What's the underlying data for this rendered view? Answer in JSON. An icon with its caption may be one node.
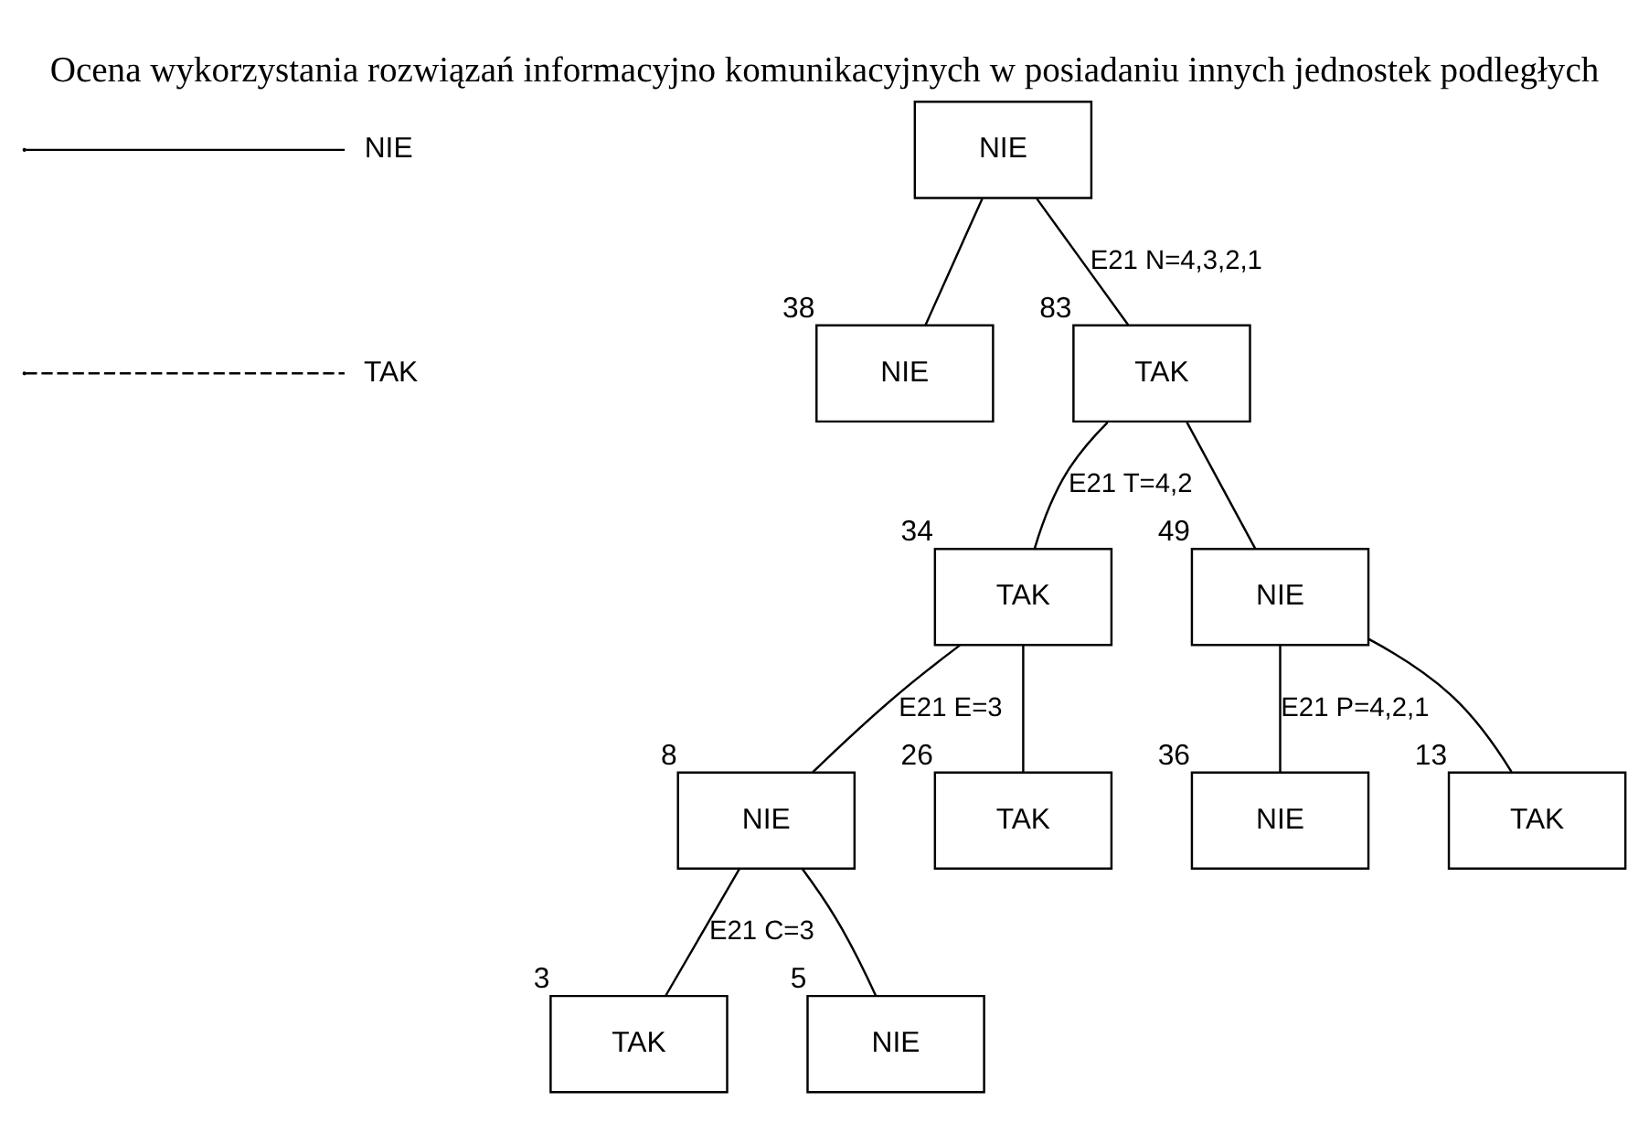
{
  "diagram": {
    "title": "Ocena wykorzystania rozwiązań informacyjno komunikacyjnych w posiadaniu innych jednostek podległych",
    "nodes": [
      {
        "text": [
          "NIE"
        ]
      },
      {
        "text": [
          "TAK"
        ],
        "beside": [
          "83"
        ]
      },
      {
        "text": [
          "NIE"
        ],
        "beside": [
          "38"
        ]
      },
      {
        "text": [
          "TAK"
        ],
        "beside": [
          "34"
        ]
      },
      {
        "text": [
          "NIE"
        ],
        "beside": [
          "49"
        ]
      },
      {
        "text": [
          "NIE"
        ],
        "beside": [
          "8"
        ]
      },
      {
        "text": [
          "TAK"
        ],
        "beside": [
          "26"
        ]
      },
      {
        "text": [
          "NIE"
        ],
        "beside": [
          "36"
        ]
      },
      {
        "text": [
          "TAK"
        ],
        "beside": [
          "13"
        ]
      },
      {
        "text": [
          "TAK"
        ],
        "beside": [
          "3"
        ]
      },
      {
        "text": [
          "NIE"
        ],
        "beside": [
          "5"
        ]
      }
    ],
    "edges": [
      {
        "from": 0,
        "to": 1,
        "arrow": "none",
        "label": "E21 N=4,3,2,1"
      },
      {
        "from": 0,
        "to": 2,
        "arrow": "none"
      },
      {
        "from": 1,
        "to": 3,
        "arrow": "none",
        "label": "E21 T=4,2"
      },
      {
        "from": 1,
        "to": 4,
        "arrow": "none"
      },
      {
        "from": 3,
        "to": 5,
        "arrow": "none",
        "label": "E21 E=3"
      },
      {
        "from": 3,
        "to": 6,
        "arrow": "none"
      },
      {
        "from": 4,
        "to": 7,
        "arrow": "none",
        "label": "E21 P=4,2,1"
      },
      {
        "from": 4,
        "to": 8,
        "arrow": "none"
      },
      {
        "from": 5,
        "to": 9,
        "arrow": "none",
        "label": "E21 C=3"
      },
      {
        "from": 5,
        "to": 10,
        "arrow": "none"
      }
    ],
    "legend": [
      {
        "text": "NIE"
      },
      {
        "text": "TAK"
      }
    ]
  }
}
